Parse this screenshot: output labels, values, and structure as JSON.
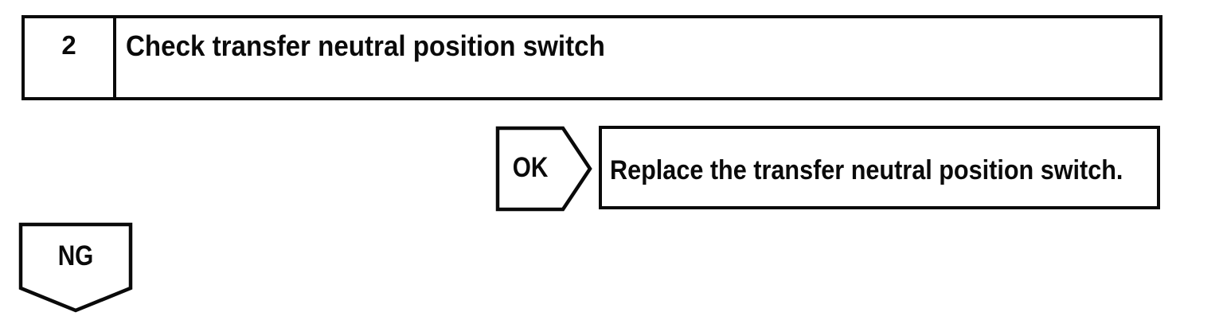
{
  "flowchart": {
    "step_box": {
      "number": "2",
      "title": "Check transfer neutral position switch"
    },
    "ok_branch": {
      "label": "OK",
      "result": "Replace the transfer neutral position switch."
    },
    "ng_branch": {
      "label": "NG"
    },
    "colors": {
      "ink": "#0a0a0a",
      "paper": "#ffffff"
    }
  }
}
